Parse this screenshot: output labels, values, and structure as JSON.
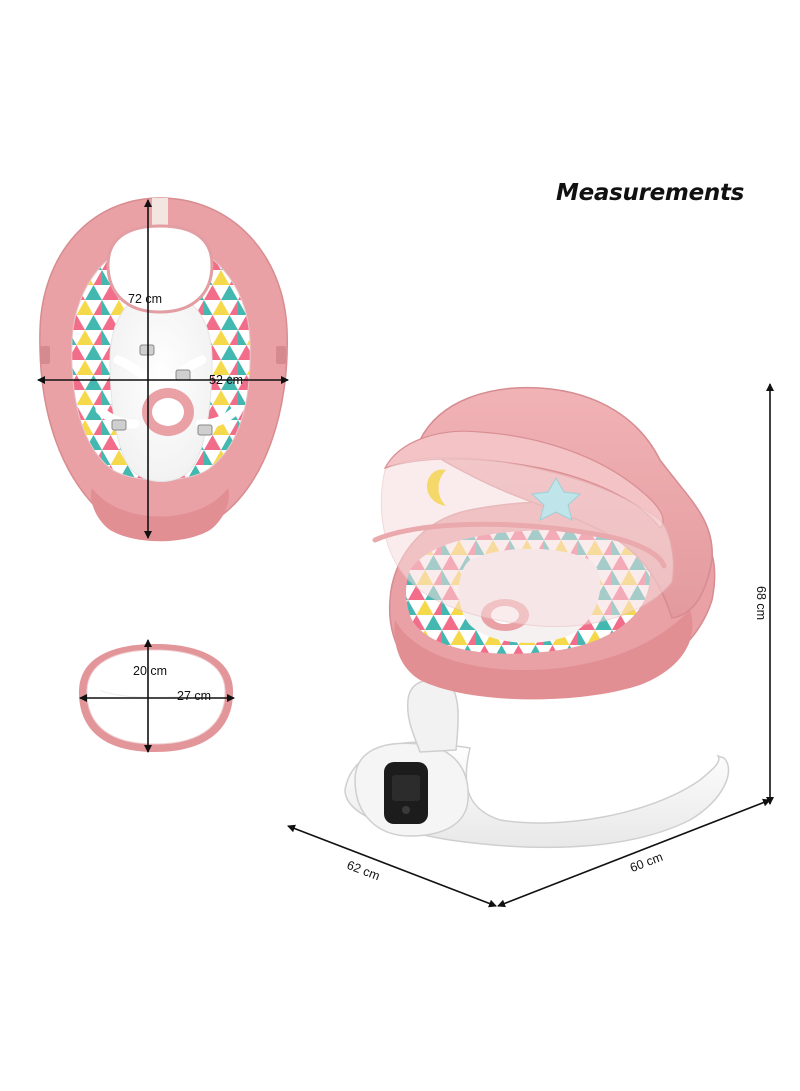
{
  "title": "Measurements",
  "colors": {
    "fabric_pink": "#e9a3a6",
    "fabric_pink_light": "#f3c2c4",
    "fabric_pink_dark": "#d7878b",
    "seat_white": "#fafafa",
    "frame_white": "#f4f4f4",
    "arrow": "#111111"
  },
  "top_view": {
    "length_label": "72 cm",
    "width_label": "52 cm"
  },
  "pillow": {
    "height_label": "20 cm",
    "width_label": "27 cm"
  },
  "swing": {
    "height_label": "68 cm",
    "depth_label": "62 cm",
    "width_label": "60 cm"
  }
}
